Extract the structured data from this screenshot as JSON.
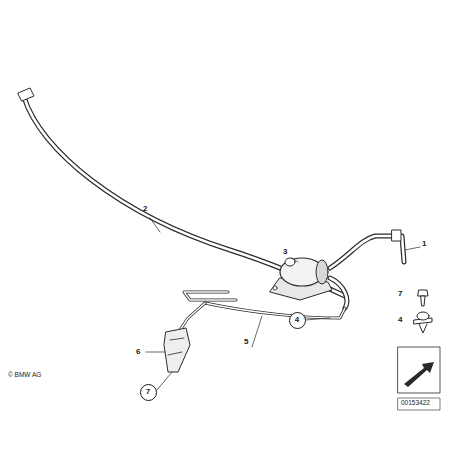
{
  "diagram": {
    "nodes": [
      {
        "text": [
          "4"
        ]
      },
      {
        "text": [
          "7"
        ]
      }
    ],
    "labels": [
      "2",
      "3",
      "1",
      "5",
      "6",
      "7",
      "4",
      "© BMW AG",
      "00153422"
    ]
  }
}
